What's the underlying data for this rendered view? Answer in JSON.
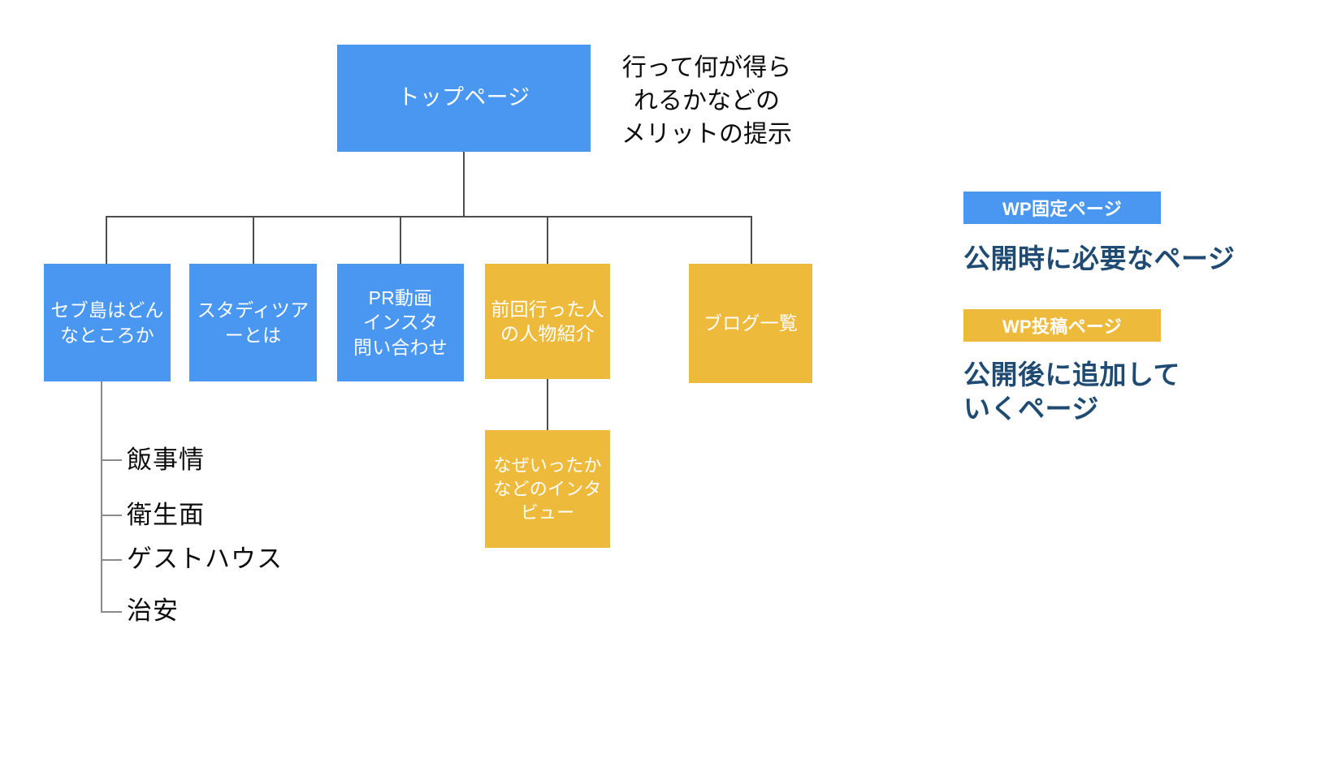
{
  "diagram": {
    "title_node": {
      "label": "トップページ",
      "type": "wp-fixed-page",
      "color": "#4a97f2"
    },
    "annotation": {
      "text": "行って何が得ら\nれるかなどの\nメリットの提示"
    },
    "level2": [
      {
        "label": "セブ島はどん\nなところか",
        "type": "wp-fixed-page",
        "color": "#4a97f2"
      },
      {
        "label": "スタディツア\nーとは",
        "type": "wp-fixed-page",
        "color": "#4a97f2"
      },
      {
        "label": "PR動画\nインスタ\n問い合わせ",
        "type": "wp-fixed-page",
        "color": "#4a97f2"
      },
      {
        "label": "前回行った人\nの人物紹介",
        "type": "wp-post-page",
        "color": "#eeba3c"
      },
      {
        "label": "ブログ一覧",
        "type": "wp-post-page",
        "color": "#eeba3c"
      }
    ],
    "level3": [
      {
        "label": "なぜいったか\nなどのインタ\nビュー",
        "type": "wp-post-page",
        "color": "#eeba3c",
        "parent": "前回行った人の人物紹介"
      }
    ],
    "sub_items": [
      {
        "label": "飯事情"
      },
      {
        "label": "衛生面"
      },
      {
        "label": "ゲストハウス"
      },
      {
        "label": "治安"
      }
    ]
  },
  "legend": {
    "items": [
      {
        "swatch_label": "WP固定ページ",
        "swatch_color": "#4a97f2",
        "description": "公開時に必要なページ"
      },
      {
        "swatch_label": "WP投稿ページ",
        "swatch_color": "#eeba3c",
        "description": "公開後に追加して\nいくページ"
      }
    ]
  },
  "colors": {
    "blue": "#4a97f2",
    "gold": "#eeba3c",
    "connector": "#4d4d4d",
    "tick": "#8a8a8a",
    "legend_text": "#1f4b73",
    "body_text": "#0d0d0d",
    "background": "#ffffff"
  }
}
